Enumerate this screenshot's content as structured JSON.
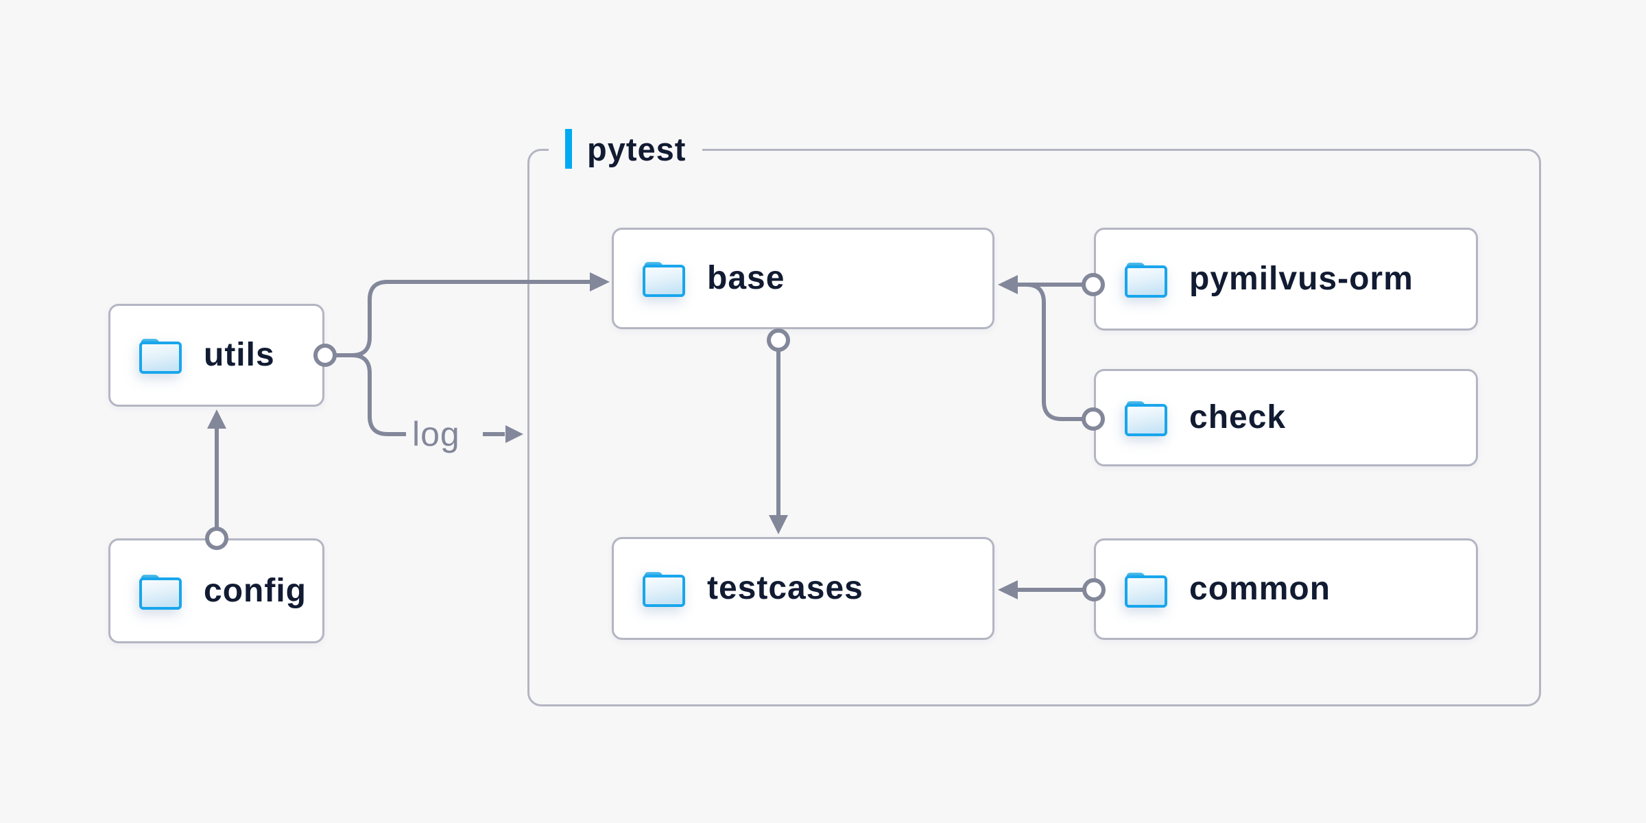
{
  "container": {
    "label": "pytest"
  },
  "nodes": {
    "utils": {
      "label": "utils",
      "icon": "folder-icon"
    },
    "config": {
      "label": "config",
      "icon": "folder-icon"
    },
    "base": {
      "label": "base",
      "icon": "folder-icon"
    },
    "testcases": {
      "label": "testcases",
      "icon": "folder-icon"
    },
    "pymilvus_orm": {
      "label": "pymilvus-orm",
      "icon": "folder-icon"
    },
    "check": {
      "label": "check",
      "icon": "folder-icon"
    },
    "common": {
      "label": "common",
      "icon": "folder-icon"
    }
  },
  "edges": [
    {
      "from": "config",
      "to": "utils"
    },
    {
      "from": "utils",
      "to": "base"
    },
    {
      "from": "utils",
      "to": "pytest",
      "label": "log"
    },
    {
      "from": "base",
      "to": "testcases"
    },
    {
      "from": "pymilvus-orm",
      "to": "base"
    },
    {
      "from": "check",
      "to": "base"
    },
    {
      "from": "common",
      "to": "testcases"
    }
  ],
  "colors": {
    "bg": "#f7f7f8",
    "node_bg": "#ffffff",
    "node_border": "#b3b5c2",
    "connector": "#83879a",
    "ink": "#111b32",
    "accent": "#00a9f2",
    "folder_stroke": "#18a6ec"
  }
}
